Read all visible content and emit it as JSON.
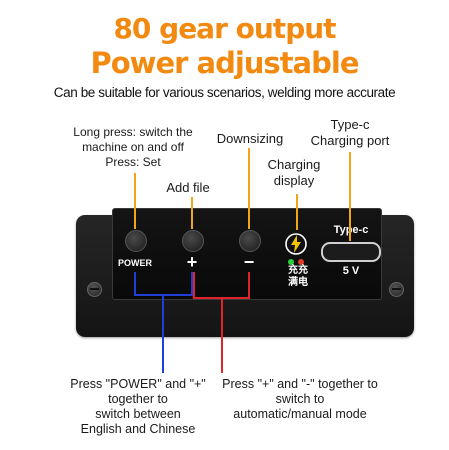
{
  "header": {
    "title_line1": "80 gear output",
    "title_line2": "Power adjustable",
    "subtitle": "Can be suitable for various scenarios, welding more accurate"
  },
  "callouts": {
    "power_desc": [
      "Long press: switch the",
      "machine on and off",
      "Press: Set"
    ],
    "add_file": "Add file",
    "downsizing": "Downsizing",
    "charging_display": [
      "Charging",
      "display"
    ],
    "typec_port": [
      "Type-c",
      "Charging port"
    ]
  },
  "device": {
    "power_label": "POWER",
    "plus_label": "+",
    "minus_label": "−",
    "charge_cn_1": "充充",
    "charge_cn_2": "满电",
    "port_label": "Type-c",
    "voltage_label": "5 V"
  },
  "notes": {
    "power_plus": [
      "Press \"POWER\" and \"+\"",
      "together to",
      "switch between",
      "English and Chinese"
    ],
    "plus_minus": [
      "Press \"+\" and \"-\" together to",
      "switch to",
      "automatic/manual mode"
    ]
  },
  "colors": {
    "title": "#f28a12",
    "pointer": "#f2a51a",
    "blue_line": "#1f3fd6",
    "red_line": "#e0232a",
    "green_led": "#2ad13b",
    "red_led": "#e23b2b"
  }
}
